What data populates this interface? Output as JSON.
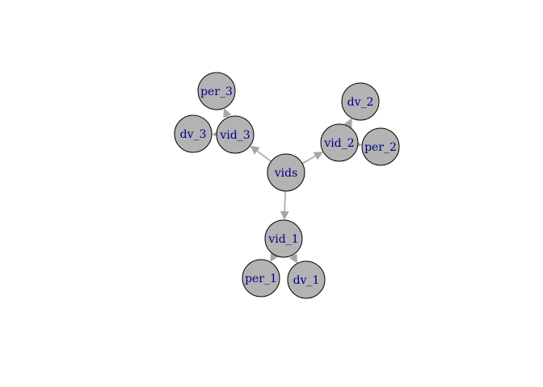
{
  "graph": {
    "colors": {
      "node_fill": "#b3b3b3",
      "node_stroke": "#000000",
      "edge": "#a6a6a6",
      "label": "#00008B"
    },
    "nodes": [
      {
        "id": "vids",
        "label": "vids"
      },
      {
        "id": "vid_1",
        "label": "vid_1"
      },
      {
        "id": "vid_2",
        "label": "vid_2"
      },
      {
        "id": "vid_3",
        "label": "vid_3"
      },
      {
        "id": "per_1",
        "label": "per_1"
      },
      {
        "id": "dv_1",
        "label": "dv_1"
      },
      {
        "id": "dv_2",
        "label": "dv_2"
      },
      {
        "id": "per_2",
        "label": "per_2"
      },
      {
        "id": "per_3",
        "label": "per_3"
      },
      {
        "id": "dv_3",
        "label": "dv_3"
      }
    ],
    "edges": [
      {
        "from": "vids",
        "to": "vid_1",
        "directed": true
      },
      {
        "from": "vids",
        "to": "vid_2",
        "directed": true
      },
      {
        "from": "vids",
        "to": "vid_3",
        "directed": true
      },
      {
        "from": "vid_1",
        "to": "per_1",
        "directed": true
      },
      {
        "from": "vid_1",
        "to": "dv_1",
        "directed": true
      },
      {
        "from": "vid_2",
        "to": "dv_2",
        "directed": true
      },
      {
        "from": "vid_2",
        "to": "per_2",
        "directed": true
      },
      {
        "from": "vid_3",
        "to": "per_3",
        "directed": true
      },
      {
        "from": "vid_3",
        "to": "dv_3",
        "directed": true
      }
    ]
  }
}
